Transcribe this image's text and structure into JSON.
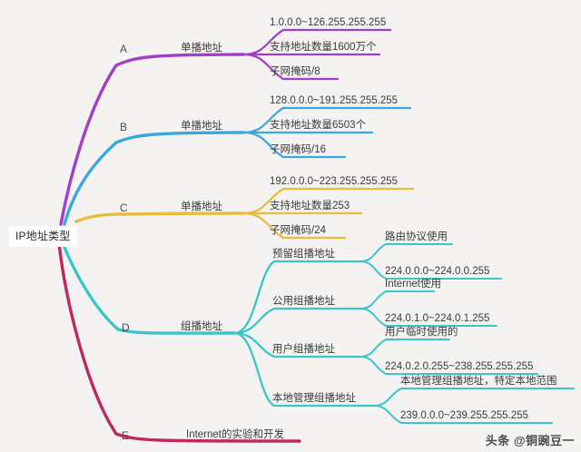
{
  "diagram": {
    "type": "mind-map",
    "root": {
      "label": "IP地址类型"
    },
    "watermark": "头条 @铜豌豆一",
    "colors": {
      "background": "#f4f3f1",
      "branch_a": "#a13fc6",
      "branch_b": "#3ba7dd",
      "branch_c": "#e8bc3f",
      "branch_d": "#3cc5c8",
      "branch_e": "#c0295c",
      "text": "#3a3a3a"
    },
    "branches": [
      {
        "letter": "A",
        "color": "#a13fc6",
        "label": "单播地址",
        "children": [
          {
            "label": "1.0.0.0~126.255.255.255"
          },
          {
            "label": "支持地址数量1600万个"
          },
          {
            "label": "子网掩码/8"
          }
        ]
      },
      {
        "letter": "B",
        "color": "#3ba7dd",
        "label": "单播地址",
        "children": [
          {
            "label": "128.0.0.0~191.255.255.255"
          },
          {
            "label": "支持地址数量6503个"
          },
          {
            "label": "子网掩码/16"
          }
        ]
      },
      {
        "letter": "C",
        "color": "#e8bc3f",
        "label": "单播地址",
        "children": [
          {
            "label": "192.0.0.0~223.255.255.255"
          },
          {
            "label": "支持地址数量253"
          },
          {
            "label": "子网掩码/24"
          }
        ]
      },
      {
        "letter": "D",
        "color": "#3cc5c8",
        "label": "组播地址",
        "children": [
          {
            "label": "预留组播地址",
            "children": [
              {
                "label": "路由协议使用"
              },
              {
                "label": "224.0.0.0~224.0.0.255"
              }
            ]
          },
          {
            "label": "公用组播地址",
            "children": [
              {
                "label": "Internet使用"
              },
              {
                "label": "224.0.1.0~224.0.1.255"
              }
            ]
          },
          {
            "label": "用户组播地址",
            "children": [
              {
                "label": "用户临时使用的"
              },
              {
                "label": "224.0.2.0.255~238.255.255.255"
              }
            ]
          },
          {
            "label": "本地管理组播地址",
            "children": [
              {
                "label": "本地管理组播地址，特定本地范围"
              },
              {
                "label": "239.0.0.0~239.255.255.255"
              }
            ]
          }
        ]
      },
      {
        "letter": "E",
        "color": "#c0295c",
        "label": "Internet的实验和开发",
        "children": []
      }
    ]
  }
}
